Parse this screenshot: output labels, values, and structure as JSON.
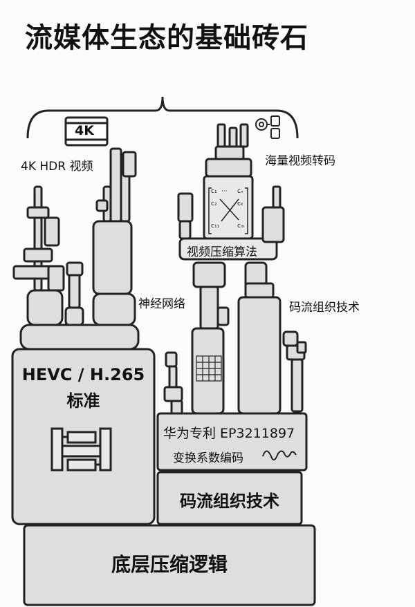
{
  "title": "流媒体生态的基础砖石",
  "labels": {
    "hdr": "4K HDR 视频",
    "badge_4k": "4K",
    "transcode": "海量视频转码",
    "algorithm": "视频压缩算法",
    "neural": "神经网络",
    "bitstream_right": "码流组织技术",
    "hevc_line1": "HEVC / H.265",
    "hevc_line2": "标准",
    "patent_line1": "华为专利 EP3211897",
    "patent_line2": "变换系数编码",
    "bitstream_box": "码流组织技术",
    "base": "底层压缩逻辑"
  },
  "matrix": {
    "c1": "c₁",
    "dots": "···",
    "cn": "cₙ",
    "c2": "c₂",
    "ck": "cₖ",
    "c11": "c₁₁",
    "cm": "cₘ"
  },
  "colors": {
    "fill": "#dedede",
    "fill_light": "#e9e9e9",
    "stroke": "#222222",
    "background": "#fbfbfb"
  }
}
